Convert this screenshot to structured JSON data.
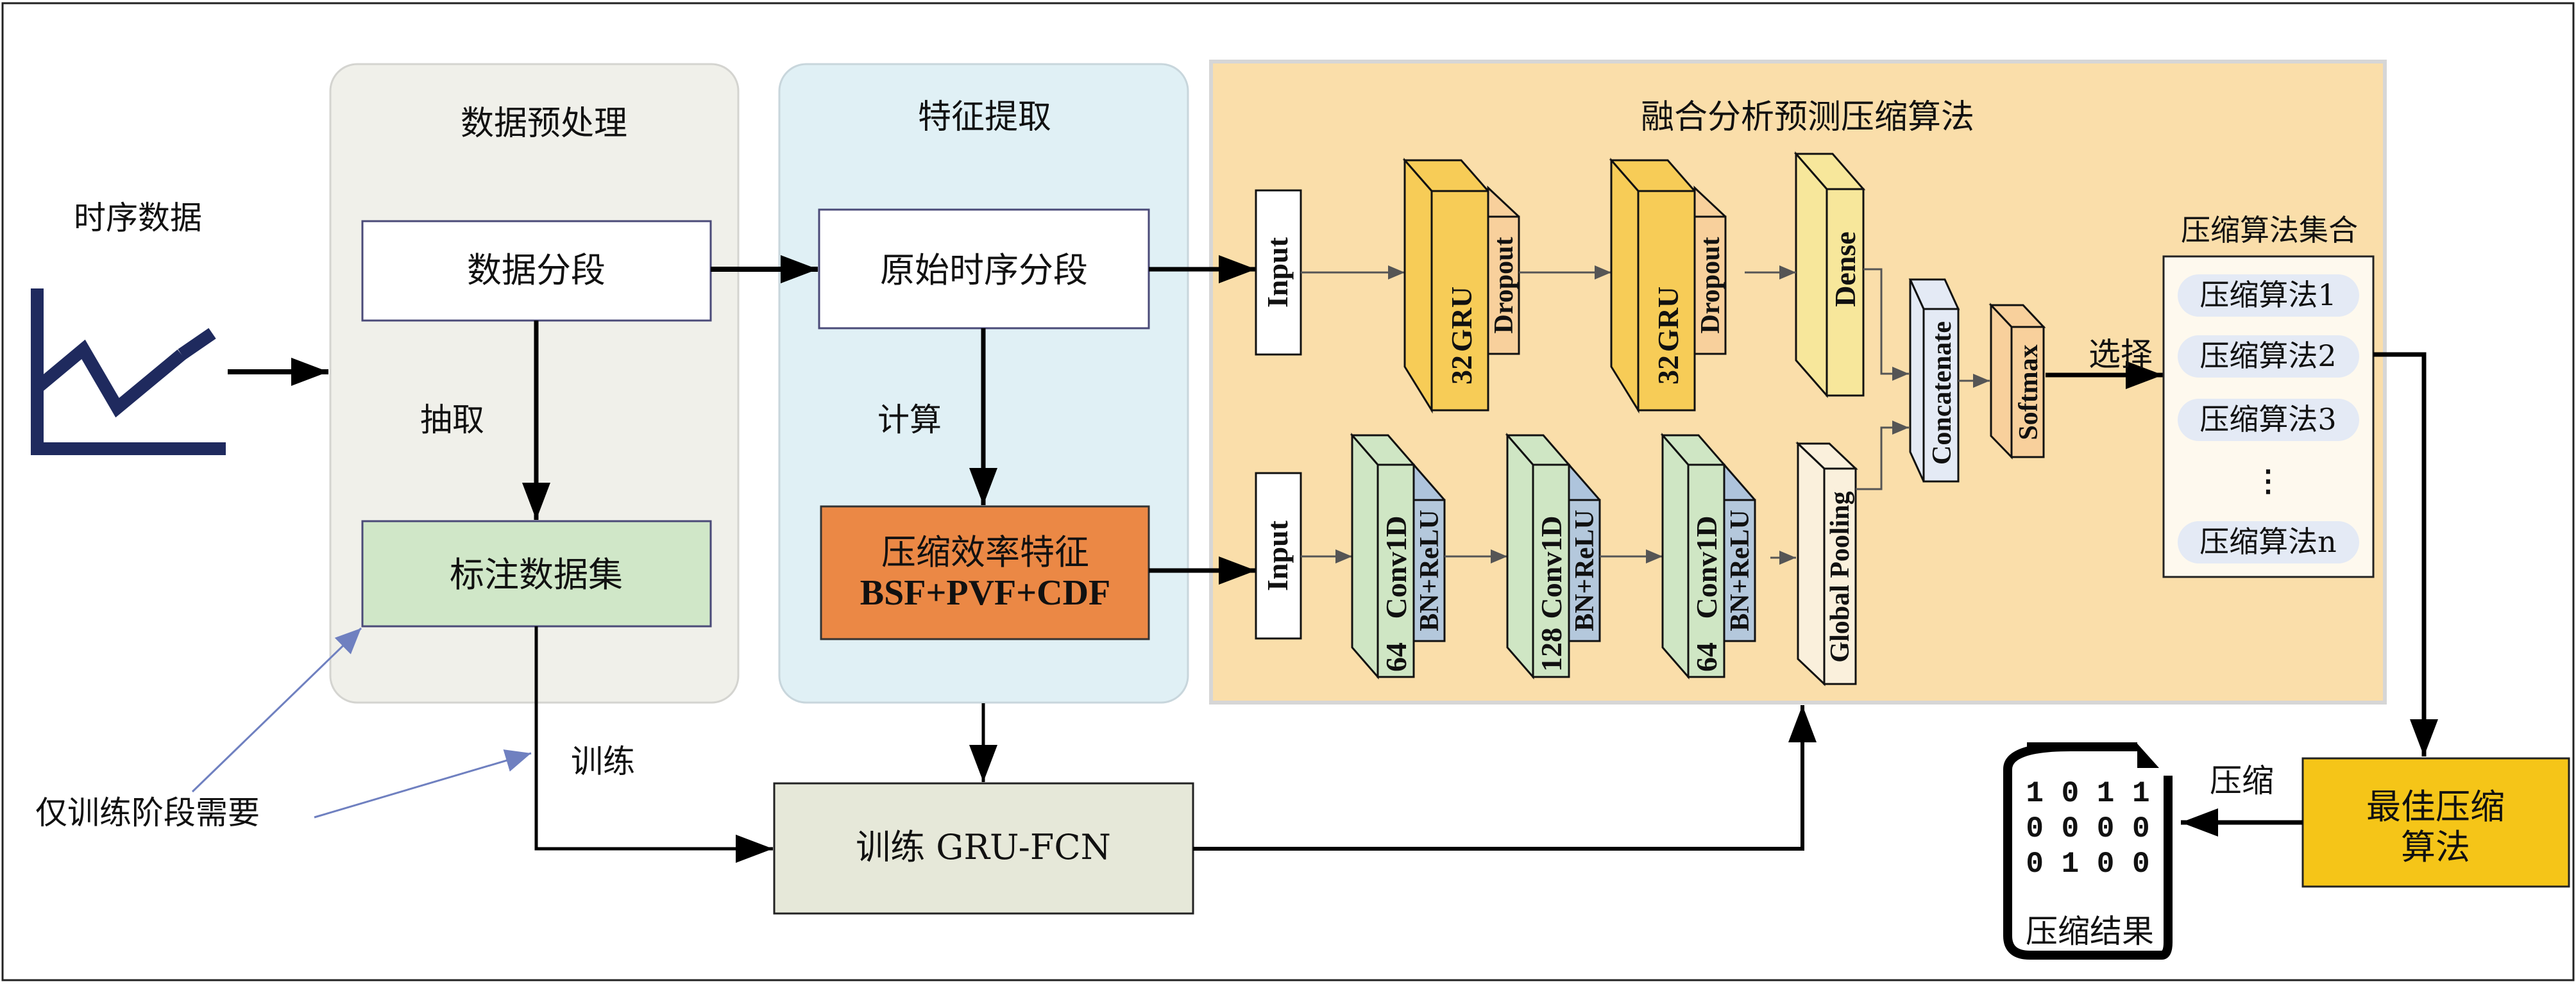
{
  "input": {
    "label": "时序数据",
    "icon": "line-chart-icon",
    "icon_color": "#1f2a5e"
  },
  "preprocessing": {
    "title": "数据预处理",
    "segment_box": "数据分段",
    "extract_label": "抽取",
    "dataset_box": "标注数据集",
    "panel_color": "#f0f0ea",
    "dataset_color": "#d0e7c8"
  },
  "feature_extraction": {
    "title": "特征提取",
    "raw_segment_box": "原始时序分段",
    "compute_label": "计算",
    "features_box_line1": "压缩效率特征",
    "features_box_line2": "BSF+PVF+CDF",
    "panel_color": "#e0f0f5",
    "features_color": "#eb8845"
  },
  "fusion": {
    "title": "融合分析预测压缩算法",
    "panel_color": "#fadeaa",
    "gru_branch": {
      "input_label": "Input",
      "layers": [
        {
          "name": "GRU",
          "units": "32",
          "sublayer": "Dropout"
        },
        {
          "name": "GRU",
          "units": "32",
          "sublayer": "Dropout"
        }
      ],
      "dense_label": "Dense"
    },
    "fcn_branch": {
      "input_label": "Input",
      "layers": [
        {
          "name": "Conv1D",
          "units": "64",
          "sublayer": "BN+ReLU"
        },
        {
          "name": "Conv1D",
          "units": "128",
          "sublayer": "BN+ReLU"
        },
        {
          "name": "Conv1D",
          "units": "64",
          "sublayer": "BN+ReLU"
        }
      ],
      "pooling_label": "Global Pooling"
    },
    "concat_label": "Concatenate",
    "softmax_label": "Softmax",
    "select_label": "选择",
    "algorithm_set": {
      "title": "压缩算法集合",
      "items": [
        "压缩算法1",
        "压缩算法2",
        "压缩算法3",
        "⋮",
        "压缩算法n"
      ]
    }
  },
  "training": {
    "only_training_note": "仅训练阶段需要",
    "train_label": "训练",
    "train_box": "训练 GRU-FCN",
    "box_color": "#e6e8d9"
  },
  "output": {
    "best_algo_line1": "最佳压缩",
    "best_algo_line2": "算法",
    "best_algo_color": "#f5c518",
    "compress_label": "压缩",
    "result_label": "压缩结果",
    "result_icon": "binary-file-icon",
    "bits_rows": [
      "1 0 1 1",
      "0 0 0 0",
      "0 1 0 0"
    ]
  }
}
